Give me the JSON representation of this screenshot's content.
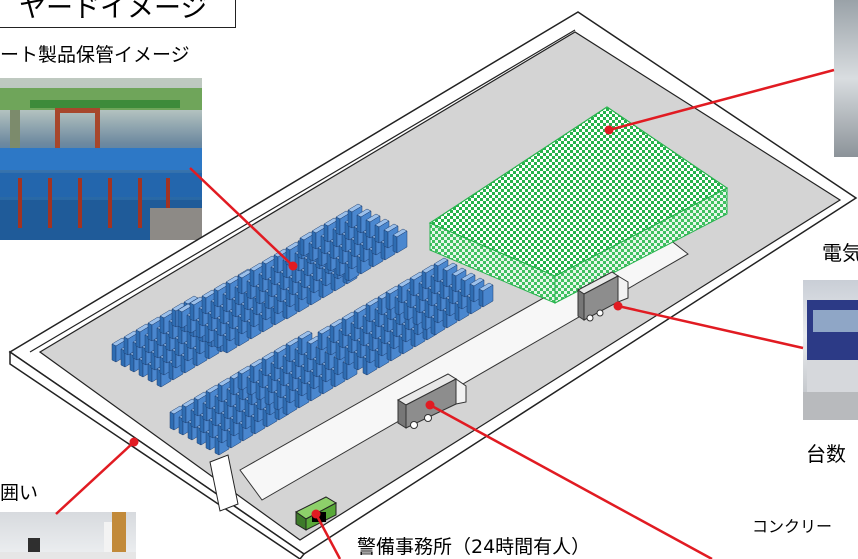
{
  "title_box": {
    "text": "ヤードイメージ"
  },
  "labels": {
    "storage_image": "ート製品保管イメージ",
    "electric": "電気",
    "count": "台数",
    "fence": "囲い",
    "concrete": "コンクリー",
    "guard_office": "警備事務所（24時間有人）"
  },
  "colors": {
    "leader_line": "#e11b22",
    "block_fill": "#4a83c6",
    "block_top": "#8fb6e4",
    "green_area": "#25b34b",
    "yard_floor": "#d4d4d4",
    "guard_box": "#58a838"
  }
}
